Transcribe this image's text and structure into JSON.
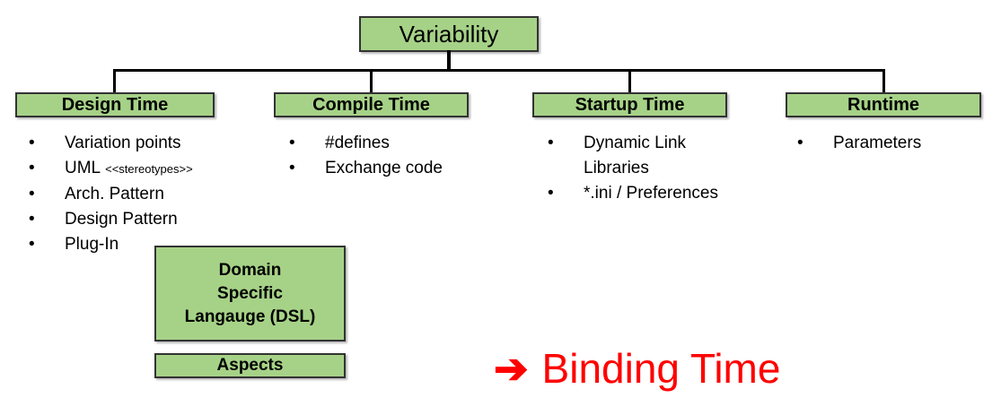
{
  "bullet": "•",
  "colors": {
    "box_fill": "#a6d287",
    "box_border": "#333333",
    "connector": "#000000",
    "annotation_red": "#ff0000"
  },
  "root_box": {
    "label": "Variability"
  },
  "branches": [
    {
      "title": "Design Time",
      "items": [
        {
          "text": "Variation points"
        },
        {
          "text": "UML",
          "suffix": "<<stereotypes>>"
        },
        {
          "text": "Arch. Pattern"
        },
        {
          "text": "Design Pattern"
        },
        {
          "text": "Plug-In"
        }
      ]
    },
    {
      "title": "Compile Time",
      "items": [
        {
          "text": "#defines"
        },
        {
          "text": "Exchange code"
        }
      ]
    },
    {
      "title": "Startup Time",
      "items": [
        {
          "text": "Dynamic Link\nLibraries"
        },
        {
          "text": "*.ini / Preferences"
        }
      ]
    },
    {
      "title": "Runtime",
      "items": [
        {
          "text": "Parameters"
        }
      ]
    }
  ],
  "floating_boxes": {
    "dsl": "Domain\nSpecific\nLangauge (DSL)",
    "aspects": "Aspects"
  },
  "annotation": {
    "arrow": "➔",
    "label": "Binding Time"
  }
}
